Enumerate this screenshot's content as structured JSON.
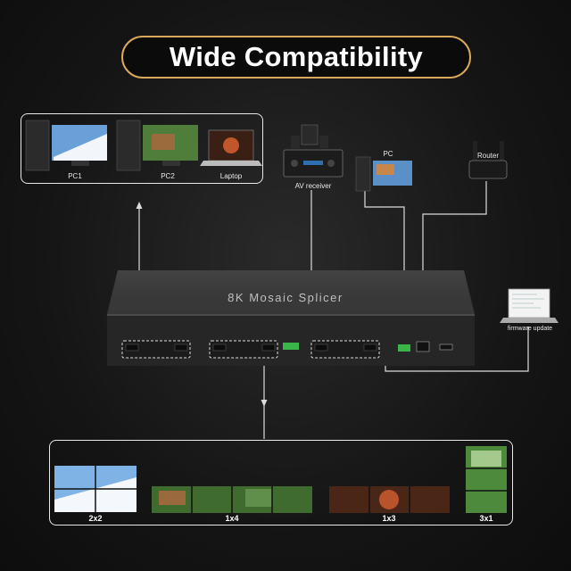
{
  "title": "Wide Compatibility",
  "device_name": "8K Mosaic Splicer",
  "sources": {
    "pc1": "PC1",
    "pc2": "PC2",
    "laptop": "Laptop",
    "av_receiver": "AV receiver",
    "pc": "PC",
    "router": "Router",
    "firmware": "firmware update"
  },
  "layouts": {
    "l2x2": "2x2",
    "l1x4": "1x4",
    "l1x3": "1x3",
    "l3x1": "3x1"
  },
  "colors": {
    "accent_gold": "#d9a85b",
    "line": "#e8e8e8",
    "background": "#141414"
  }
}
